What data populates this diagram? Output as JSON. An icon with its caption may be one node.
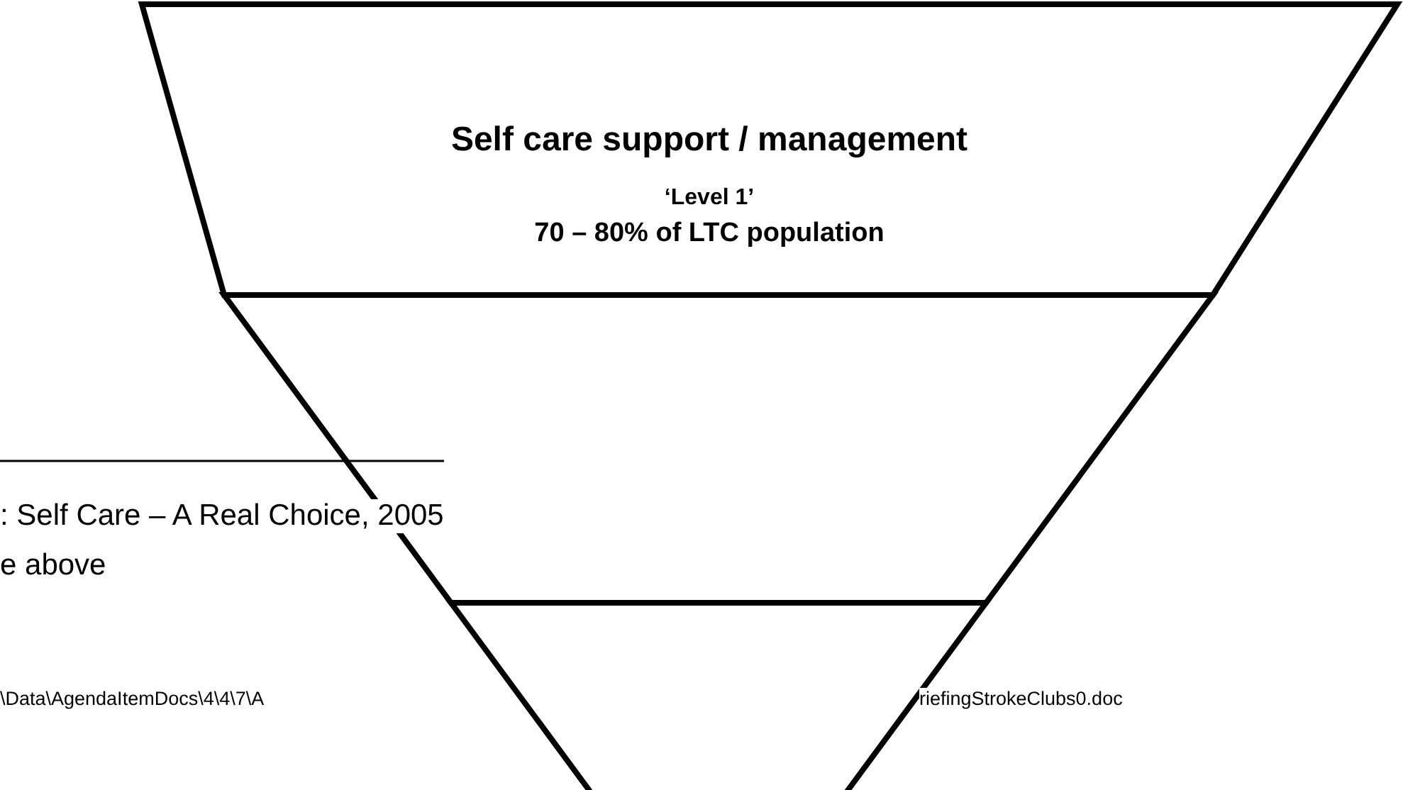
{
  "diagram": {
    "nodes": [
      {
        "text": [
          "Self care support / management",
          "‘Level 1’",
          "70 – 80% of LTC population"
        ]
      },
      {
        "text": [],
        "shape": "band"
      },
      {
        "text": [],
        "shape": "band"
      }
    ],
    "labels": [
      ": Self Care – A Real Choice, 2005",
      "e above",
      "\\Data\\AgendaItemDocs\\4\\4\\7\\A",
      "riefingStrokeClubs0.doc"
    ]
  }
}
